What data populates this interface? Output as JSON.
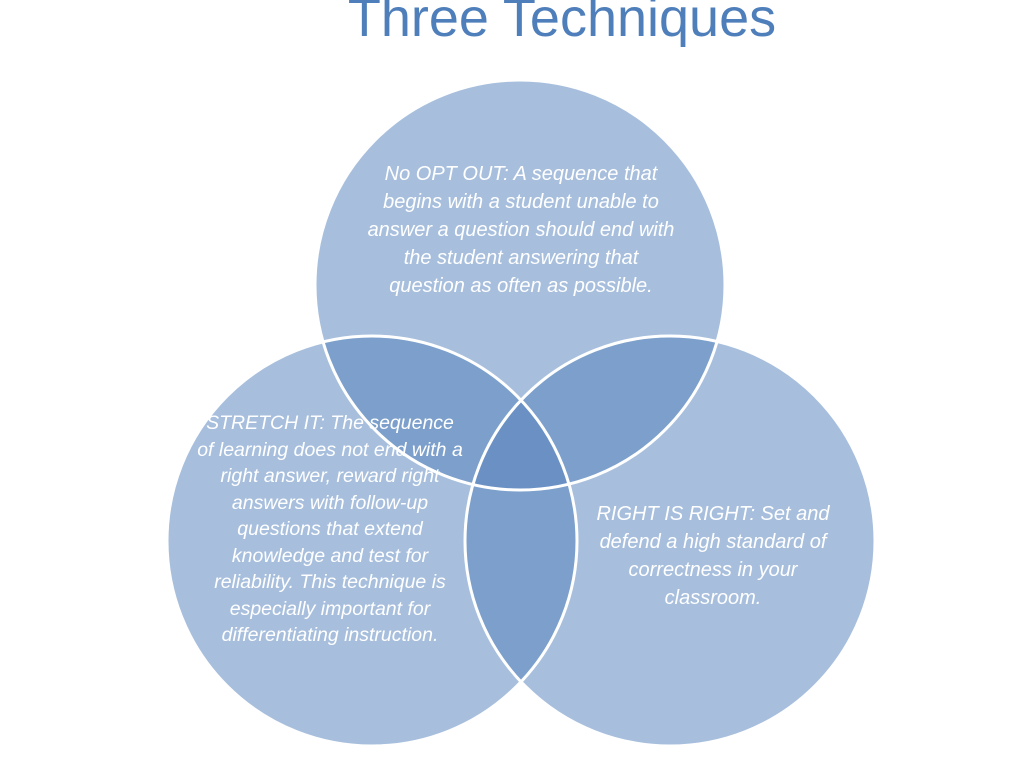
{
  "slide": {
    "title": "Three Techniques"
  },
  "colors": {
    "title": "#4f7fba",
    "circle_fill": "#a7bfdd",
    "overlap_two": "#7ca0cb",
    "overlap_three": "#6b91c4",
    "circle_stroke": "#ffffff",
    "text": "#ffffff"
  },
  "venn": {
    "top": {
      "text": "No OPT OUT: A sequence that begins with a student unable to answer a question should end with the student answering that question as often as possible."
    },
    "left": {
      "text": "STRETCH IT: The sequence of learning does not end with a right answer, reward right answers with follow-up questions that extend knowledge and test for reliability. This technique is especially important for differentiating instruction."
    },
    "right": {
      "text": "RIGHT IS RIGHT: Set and defend a high standard of correctness in your classroom."
    }
  }
}
